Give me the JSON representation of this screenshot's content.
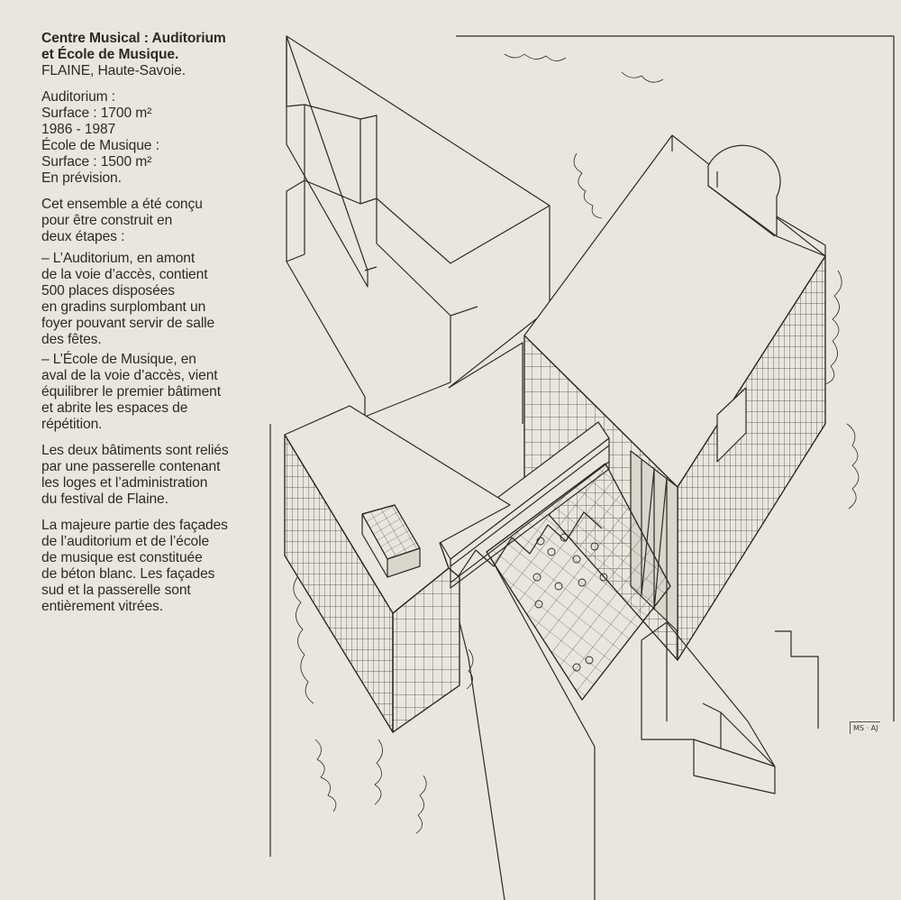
{
  "heading": {
    "title_line1": "Centre Musical : Auditorium",
    "title_line2": "et École de Musique.",
    "location": "FLAINE, Haute-Savoie."
  },
  "facts": [
    "Auditorium :",
    "Surface : 1700 m²",
    "1986 - 1987",
    "École de Musique :",
    "Surface : 1500 m²",
    "En prévision."
  ],
  "para_intro": [
    "Cet ensemble a été conçu",
    "pour être construit en",
    "deux étapes :"
  ],
  "para_auditorium": [
    "– L’Auditorium, en amont",
    "de la voie d’accès, contient",
    "500 places disposées",
    "en gradins surplombant un",
    "foyer pouvant servir de salle",
    "des fêtes."
  ],
  "para_ecole": [
    "– L’École de Musique, en",
    "aval de la voie d’accès, vient",
    "équilibrer le premier bâtiment",
    "et abrite les espaces de",
    "répétition."
  ],
  "para_passerelle": [
    "Les deux bâtiments sont reliés",
    "par une passerelle contenant",
    "les loges et l’administration",
    "du festival de Flaine."
  ],
  "para_facades": [
    "La majeure partie des façades",
    "de l’auditorium et de l’école",
    "de musique est constituée",
    "de béton blanc. Les façades",
    "sud et la passerelle sont",
    "entièrement vitrées."
  ],
  "drawing": {
    "ink_color": "#2b2a27",
    "paper_color": "#e9e7dd",
    "signature": "MS · AJ"
  }
}
